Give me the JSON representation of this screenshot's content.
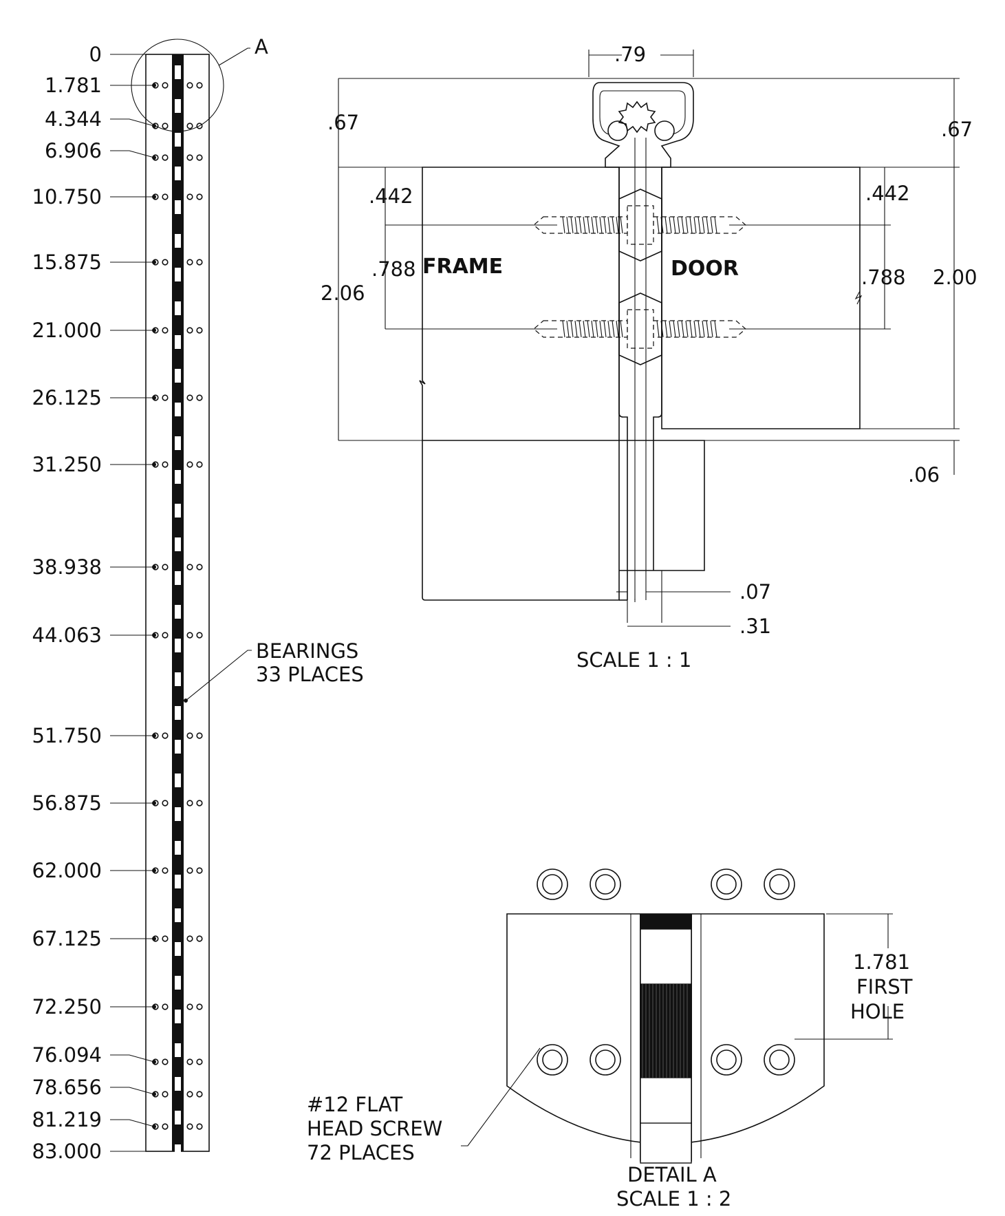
{
  "strip": {
    "stations": [
      "0",
      "1.781",
      "4.344",
      "6.906",
      "10.750",
      "15.875",
      "21.000",
      "26.125",
      "31.250",
      "38.938",
      "44.063",
      "51.750",
      "56.875",
      "62.000",
      "67.125",
      "72.250",
      "76.094",
      "78.656",
      "81.219",
      "83.000"
    ],
    "detail_callout": "A",
    "bearings_note": [
      "BEARINGS",
      "33 PLACES"
    ]
  },
  "section": {
    "labels": {
      "top_width": ".79",
      "top_height_left": ".67",
      "top_height_right": ".67",
      "left_offset": ".442",
      "right_offset": ".442",
      "left_spacing": ".788",
      "right_spacing": ".788",
      "left_total": "2.06",
      "right_total": "2.00",
      "bottom_gap": ".06",
      "gap_width": ".07",
      "leaf_width": ".31"
    },
    "frame_label": "FRAME",
    "door_label": "DOOR",
    "scale_note": "SCALE 1 : 1"
  },
  "detail": {
    "first_hole": [
      "1.781",
      "FIRST",
      "HOLE"
    ],
    "screw_note": [
      "#12 FLAT",
      "HEAD SCREW",
      "72 PLACES"
    ],
    "title": "DETAIL A",
    "scale_note": "SCALE 1 : 2"
  }
}
